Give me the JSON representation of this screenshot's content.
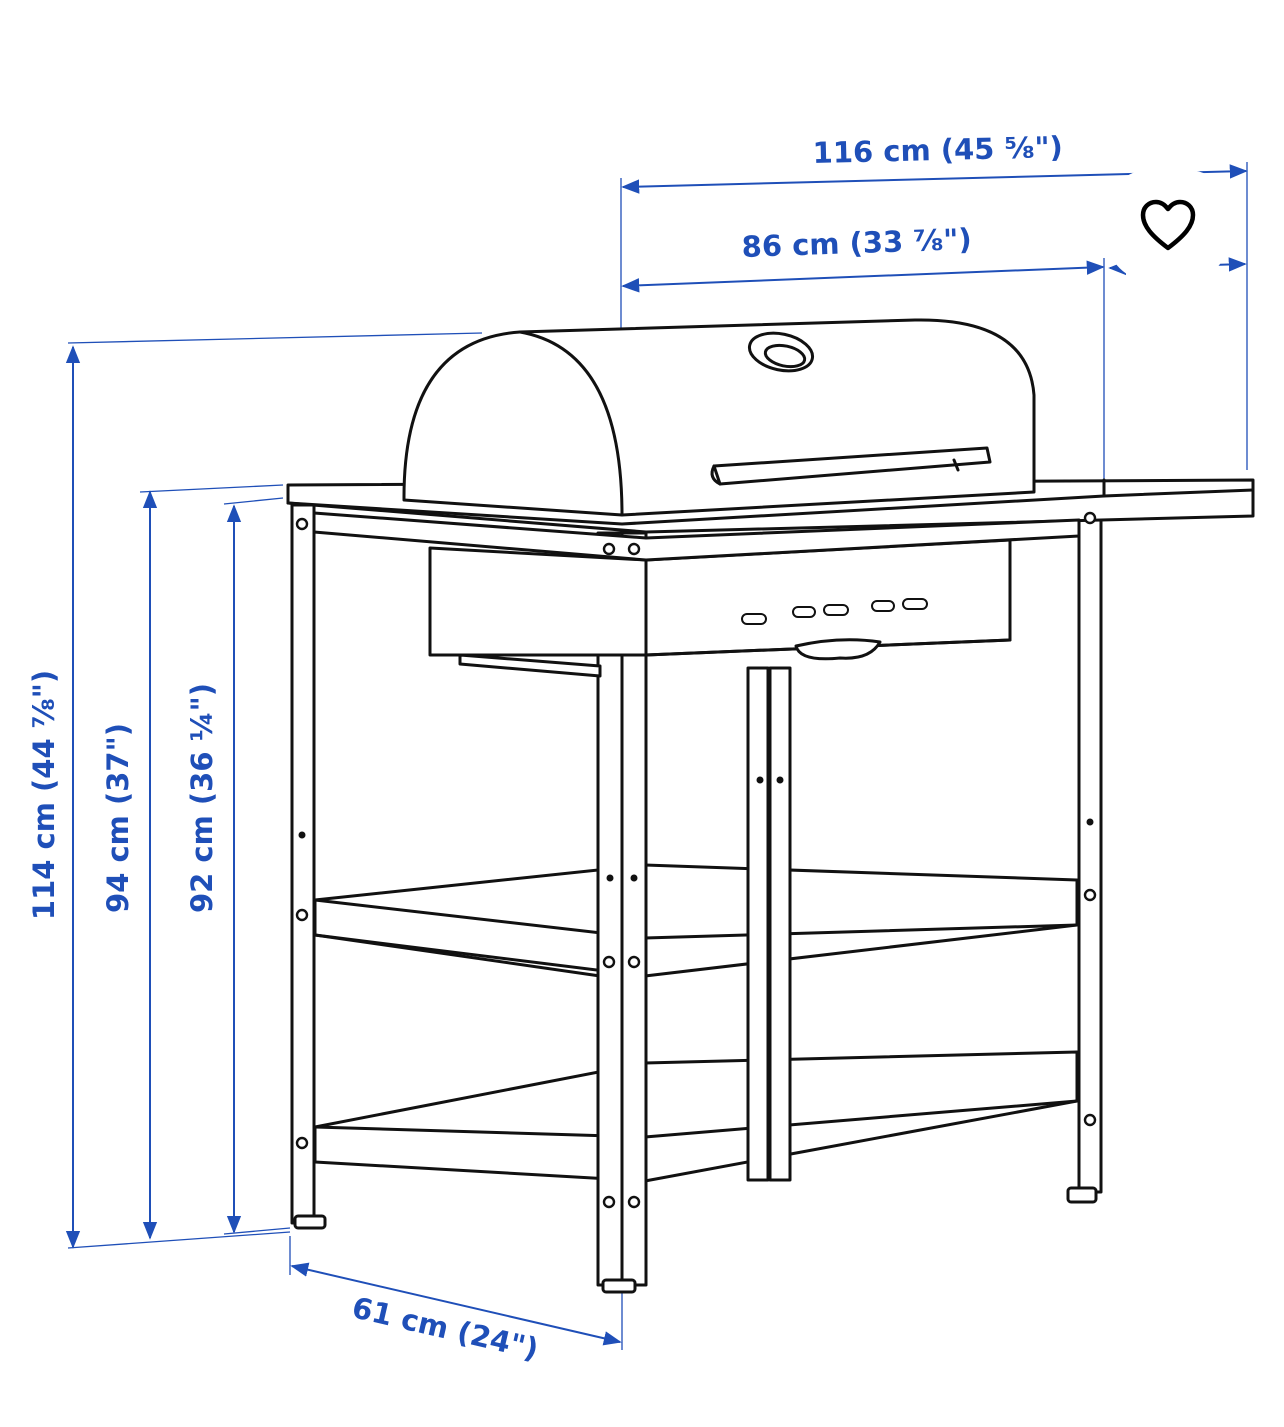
{
  "dimensions": {
    "total_width": "116 cm (45 ⅝\")",
    "grill_width": "86 cm (33 ⅞\")",
    "total_height": "114 cm (44 ⅞\")",
    "counter_height": "94 cm (37\")",
    "shelf_height": "92 cm (36 ¼\")",
    "depth": "61 cm (24\")"
  },
  "favorite": {
    "icon": "heart-outline-icon"
  },
  "colors": {
    "dimension": "#1f4fb8",
    "ink": "#111111",
    "background": "#ffffff"
  }
}
